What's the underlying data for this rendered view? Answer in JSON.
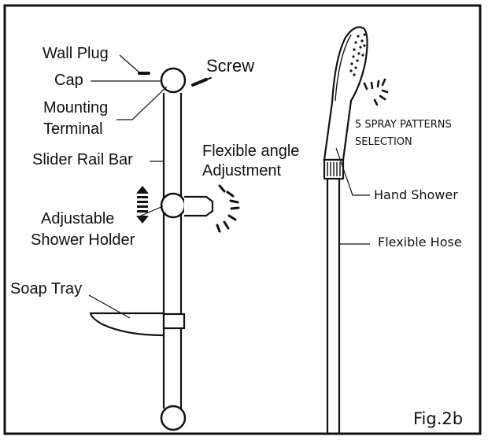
{
  "figure_label": "Fig.2b",
  "labels": {
    "wall_plug": "Wall Plug",
    "cap": "Cap",
    "screw": "Screw",
    "mounting": "Mounting",
    "terminal": "Terminal",
    "slider_rail_bar": "Slider Rail Bar",
    "flexible_angle": "Flexible angle",
    "adjustment": "Adjustment",
    "adjustable": "Adjustable",
    "shower_holder": "Shower Holder",
    "soap_tray": "Soap Tray",
    "spray_patterns_1": "5 SPRAY PATTERNS",
    "spray_patterns_2": "SELECTION",
    "hand_shower": "Hand Shower",
    "flexible_hose": "Flexible Hose"
  },
  "colors": {
    "ink": "#111111",
    "paper": "#ffffff"
  }
}
